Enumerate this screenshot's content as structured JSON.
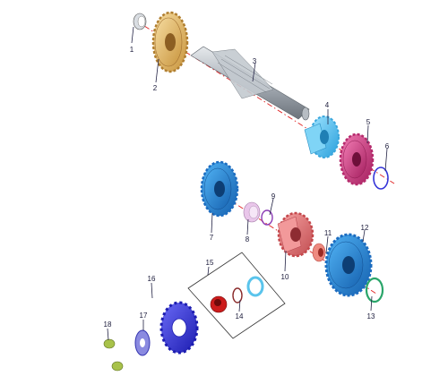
{
  "diagram": {
    "type": "exploded-parts-view",
    "colors": {
      "gear_tan": "#e8bd72",
      "gear_blue": "#2c8fd8",
      "gear_lightblue": "#55c2ee",
      "gear_pink": "#d0407f",
      "gear_salmon": "#e6787a",
      "gear_navy": "#3a3ae0",
      "shaft": "#a9b0b8",
      "axis_line": "#e02020",
      "bushing_red": "#cc1c1c",
      "ring_green": "#2aa56a",
      "bolt_olive": "#a8c24a"
    },
    "parts": [
      {
        "id": "p1",
        "label": "1",
        "icon": "snap-ring"
      },
      {
        "id": "p2",
        "label": "2",
        "icon": "spur-gear"
      },
      {
        "id": "p3",
        "label": "3",
        "icon": "splined-shaft"
      },
      {
        "id": "p4",
        "label": "4",
        "icon": "spur-gear"
      },
      {
        "id": "p5",
        "label": "5",
        "icon": "spur-gear"
      },
      {
        "id": "p6",
        "label": "6",
        "icon": "circlip"
      },
      {
        "id": "p7",
        "label": "7",
        "icon": "spur-gear"
      },
      {
        "id": "p8",
        "label": "8",
        "icon": "bushing"
      },
      {
        "id": "p9",
        "label": "9",
        "icon": "circlip"
      },
      {
        "id": "p10",
        "label": "10",
        "icon": "spur-gear"
      },
      {
        "id": "p11",
        "label": "11",
        "icon": "bushing"
      },
      {
        "id": "p12",
        "label": "12",
        "icon": "spur-gear"
      },
      {
        "id": "p13",
        "label": "13",
        "icon": "o-ring"
      },
      {
        "id": "p14",
        "label": "14",
        "icon": "circlip"
      },
      {
        "id": "p15",
        "label": "15",
        "icon": "kit-box"
      },
      {
        "id": "p16",
        "label": "16",
        "icon": "sprocket"
      },
      {
        "id": "p17",
        "label": "17",
        "icon": "lock-plate"
      },
      {
        "id": "p18",
        "label": "18",
        "icon": "bolt"
      }
    ]
  }
}
